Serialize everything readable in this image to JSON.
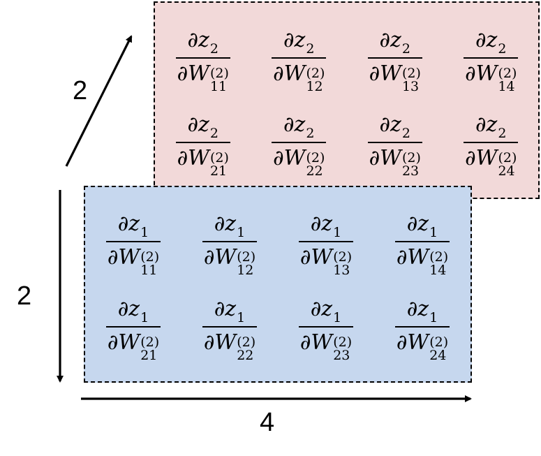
{
  "dimensions": {
    "depth": "2",
    "rows": "2",
    "columns": "4"
  },
  "layers": {
    "back": {
      "fill": "#f2d9d9",
      "cells": [
        {
          "num_var": "∂z",
          "num_sub": "2",
          "den_var": "∂W",
          "den_sup": "(2)",
          "den_sub": "11"
        },
        {
          "num_var": "∂z",
          "num_sub": "2",
          "den_var": "∂W",
          "den_sup": "(2)",
          "den_sub": "12"
        },
        {
          "num_var": "∂z",
          "num_sub": "2",
          "den_var": "∂W",
          "den_sup": "(2)",
          "den_sub": "13"
        },
        {
          "num_var": "∂z",
          "num_sub": "2",
          "den_var": "∂W",
          "den_sup": "(2)",
          "den_sub": "14"
        },
        {
          "num_var": "∂z",
          "num_sub": "2",
          "den_var": "∂W",
          "den_sup": "(2)",
          "den_sub": "21"
        },
        {
          "num_var": "∂z",
          "num_sub": "2",
          "den_var": "∂W",
          "den_sup": "(2)",
          "den_sub": "22"
        },
        {
          "num_var": "∂z",
          "num_sub": "2",
          "den_var": "∂W",
          "den_sup": "(2)",
          "den_sub": "23"
        },
        {
          "num_var": "∂z",
          "num_sub": "2",
          "den_var": "∂W",
          "den_sup": "(2)",
          "den_sub": "24"
        }
      ]
    },
    "front": {
      "fill": "#c6d7ee",
      "cells": [
        {
          "num_var": "∂z",
          "num_sub": "1",
          "den_var": "∂W",
          "den_sup": "(2)",
          "den_sub": "11"
        },
        {
          "num_var": "∂z",
          "num_sub": "1",
          "den_var": "∂W",
          "den_sup": "(2)",
          "den_sub": "12"
        },
        {
          "num_var": "∂z",
          "num_sub": "1",
          "den_var": "∂W",
          "den_sup": "(2)",
          "den_sub": "13"
        },
        {
          "num_var": "∂z",
          "num_sub": "1",
          "den_var": "∂W",
          "den_sup": "(2)",
          "den_sub": "14"
        },
        {
          "num_var": "∂z",
          "num_sub": "1",
          "den_var": "∂W",
          "den_sup": "(2)",
          "den_sub": "21"
        },
        {
          "num_var": "∂z",
          "num_sub": "1",
          "den_var": "∂W",
          "den_sup": "(2)",
          "den_sub": "22"
        },
        {
          "num_var": "∂z",
          "num_sub": "1",
          "den_var": "∂W",
          "den_sup": "(2)",
          "den_sub": "23"
        },
        {
          "num_var": "∂z",
          "num_sub": "1",
          "den_var": "∂W",
          "den_sup": "(2)",
          "den_sub": "24"
        }
      ]
    }
  },
  "colors": {
    "ink": "#000000"
  }
}
